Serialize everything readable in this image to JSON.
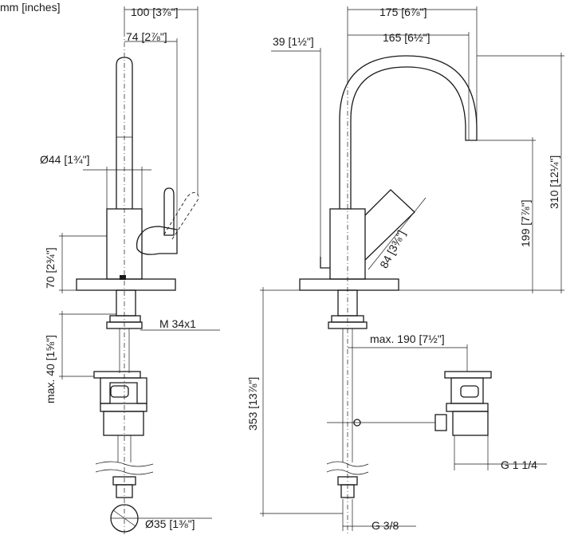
{
  "units_label": "mm [inches]",
  "side_view": {
    "dim_total_depth": "100 [3⅞\"]",
    "dim_spout_reach_side": "74 [2⅞\"]",
    "dim_body_diameter": "Ø44 [1¾\"]",
    "dim_body_height": "70 [2¾\"]",
    "dim_thread": "M 34x1",
    "dim_max_countertop": "max. 40 [1⅝\"]",
    "dim_hole_diameter": "Ø35 [1⅜\"]"
  },
  "front_view": {
    "dim_spout_reach": "175 [6⅞\"]",
    "dim_spout_inner": "165 [6½\"]",
    "dim_body_offset": "39 [1½\"]",
    "dim_total_height": "310 [12¼\"]",
    "dim_spout_height": "199 [7⅞\"]",
    "dim_lever_length": "84 [3⅜\"]",
    "dim_under_height": "353 [13⅞\"]",
    "dim_drain_reach": "max. 190 [7½\"]",
    "dim_drain_thread": "G 1 1/4",
    "dim_supply_thread": "G 3/8"
  }
}
